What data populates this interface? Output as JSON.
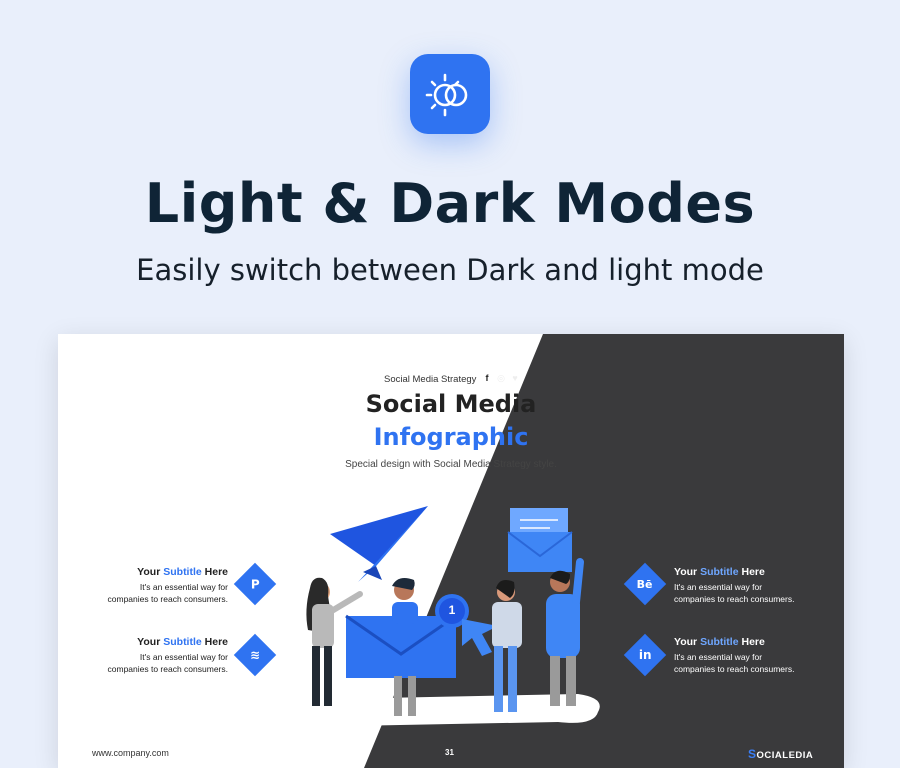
{
  "hero": {
    "icon": "sun-moon-icon",
    "title": "Light & Dark Modes",
    "subtitle": "Easily switch between Dark and light mode"
  },
  "colors": {
    "page_bg": "#e9effb",
    "accent": "#2f73f1",
    "dark_panel": "#3a3a3c",
    "light_panel": "#ffffff"
  },
  "slide": {
    "eyebrow": "Social Media Strategy",
    "social_icons": [
      "facebook-icon",
      "instagram-icon",
      "twitter-icon"
    ],
    "title_line1": "Social Media",
    "title_line2": "Infographic",
    "description": "Special design with Social Media Strategy style.",
    "features": [
      {
        "title_prefix": "Your ",
        "title_accent": "Subtitle",
        "title_suffix": " Here",
        "text_line1": "It's an essential way for",
        "text_line2": "companies to reach consumers.",
        "icon": "pinterest-icon",
        "glyph": "P"
      },
      {
        "title_prefix": "Your ",
        "title_accent": "Subtitle",
        "title_suffix": " Here",
        "text_line1": "It's an essential way for",
        "text_line2": "companies to reach consumers.",
        "icon": "spotify-icon",
        "glyph": "≋"
      },
      {
        "title_prefix": "Your ",
        "title_accent": "Subtitle",
        "title_suffix": " Here",
        "text_line1": "It's an essential way for",
        "text_line2": "companies to reach consumers.",
        "icon": "behance-icon",
        "glyph": "Bē"
      },
      {
        "title_prefix": "Your ",
        "title_accent": "Subtitle",
        "title_suffix": " Here",
        "text_line1": "It's an essential way for",
        "text_line2": "companies to reach consumers.",
        "icon": "linkedin-icon",
        "glyph": "in"
      }
    ],
    "notification_count": "1",
    "footer_left": "www.company.com",
    "page_number": "31",
    "brand_initial": "S",
    "brand_rest": "OCIALEDIA"
  }
}
